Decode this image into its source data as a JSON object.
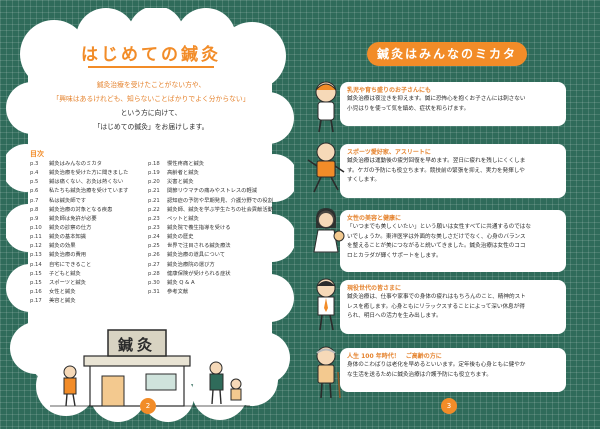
{
  "left_page": {
    "title": "はじめての鍼灸",
    "intro": [
      "鍼灸治療を受けたことがない方や、",
      "「興味はあるけれども、知らないことばかりでよく分からない」",
      "という方に向けて、",
      "「はじめての鍼灸」をお届けします。"
    ],
    "toc_heading": "目次",
    "toc_col1": [
      {
        "p": "p.3",
        "t": "鍼灸はみんなのミカタ"
      },
      {
        "p": "p.4",
        "t": "鍼灸治療を受けた方に聞きました"
      },
      {
        "p": "p.5",
        "t": "鍼は痛くない、お灸は熱くない"
      },
      {
        "p": "p.6",
        "t": "私たちも鍼灸治療を受けています"
      },
      {
        "p": "p.7",
        "t": "私は鍼灸師です"
      },
      {
        "p": "p.8",
        "t": "鍼灸治療の対象となる疾患"
      },
      {
        "p": "p.9",
        "t": "鍼灸師は免許が必要"
      },
      {
        "p": "p.10",
        "t": "鍼灸の診察の仕方"
      },
      {
        "p": "p.11",
        "t": "鍼灸の基本知識"
      },
      {
        "p": "p.12",
        "t": "鍼灸の効果"
      },
      {
        "p": "p.13",
        "t": "鍼灸治療の費用"
      },
      {
        "p": "p.14",
        "t": "自宅にできること"
      },
      {
        "p": "p.15",
        "t": "子どもと鍼灸"
      },
      {
        "p": "p.15",
        "t": "スポーツと鍼灸"
      },
      {
        "p": "p.16",
        "t": "女性と鍼灸"
      },
      {
        "p": "p.17",
        "t": "美容と鍼灸"
      }
    ],
    "toc_col2": [
      {
        "p": "p.18",
        "t": "慢性疼痛と鍼灸"
      },
      {
        "p": "p.19",
        "t": "高齢者と鍼灸"
      },
      {
        "p": "p.20",
        "t": "災害と鍼灸"
      },
      {
        "p": "p.21",
        "t": "関節リウマチの痛みやストレスの軽減"
      },
      {
        "p": "p.21",
        "t": "認知症の予防や早期発見、介護分野での役割"
      },
      {
        "p": "p.22",
        "t": "鍼灸師、鍼灸を学ぶ学生たちの社会貢献活動"
      },
      {
        "p": "p.23",
        "t": "ペットと鍼灸"
      },
      {
        "p": "p.23",
        "t": "鍼灸院で養生指導を受ける"
      },
      {
        "p": "p.24",
        "t": "鍼灸の歴史"
      },
      {
        "p": "p.25",
        "t": "世界で注目される鍼灸療法"
      },
      {
        "p": "p.26",
        "t": "鍼灸治療の道具について"
      },
      {
        "p": "p.27",
        "t": "鍼灸治療院の選び方"
      },
      {
        "p": "p.28",
        "t": "健康保険が受けられる症状"
      },
      {
        "p": "p.30",
        "t": "鍼灸 Q & A"
      },
      {
        "p": "p.31",
        "t": "参考文献"
      }
    ],
    "sign_text": "鍼灸",
    "page_number": "2"
  },
  "right_page": {
    "title": "鍼灸はみんなのミカタ",
    "sections": [
      {
        "heading": "乳児や育ち盛りのお子さんにも",
        "lines": [
          "鍼灸治療は夜泣きを抑えます。鍼に恐怖心を抱くお子さんには刺さない",
          "小児はりを使って気を鎮め、症状を和らげます。"
        ]
      },
      {
        "heading": "スポーツ愛好家、アスリートに",
        "lines": [
          "鍼灸治療は運動後の疲労回復を早めます。翌日に疲れを残しにくくしま",
          "す。ケガの予防にも役立ちます。競技前の緊張を抑え、実力を発揮しや",
          "すくします。"
        ]
      },
      {
        "heading": "女性の美容と健康に",
        "lines": [
          "「いつまでも美しくいたい」という願いは女性すべてに共通するのではな",
          "いでしょうか。東洋医学は外面的な美しさだけでなく、心身のバランス",
          "を整えることが美につながると説いてきました。鍼灸治療は女性のココ",
          "ロとカラダが輝くサポートをします。"
        ]
      },
      {
        "heading": "現役世代の皆さまに",
        "lines": [
          "鍼灸治療は、仕事や家事での身体の疲れはもちろんのこと、精神的スト",
          "レスを癒します。心身ともにリラックスすることによって深い休息が得",
          "られ、明日への活力を生み出します。"
        ]
      },
      {
        "heading": "人生 100 年時代！　ご高齢の方に",
        "lines": [
          "身体のこわばりは老化を早めるといいます。定年後も心身ともに健やか",
          "な生活を送るために鍼灸治療は介護予防にも役立ちます。"
        ]
      }
    ],
    "page_number": "3"
  },
  "colors": {
    "background": "#2f6b5a",
    "accent": "#f28c28",
    "card": "#ffffff",
    "text": "#2b2b2b"
  }
}
